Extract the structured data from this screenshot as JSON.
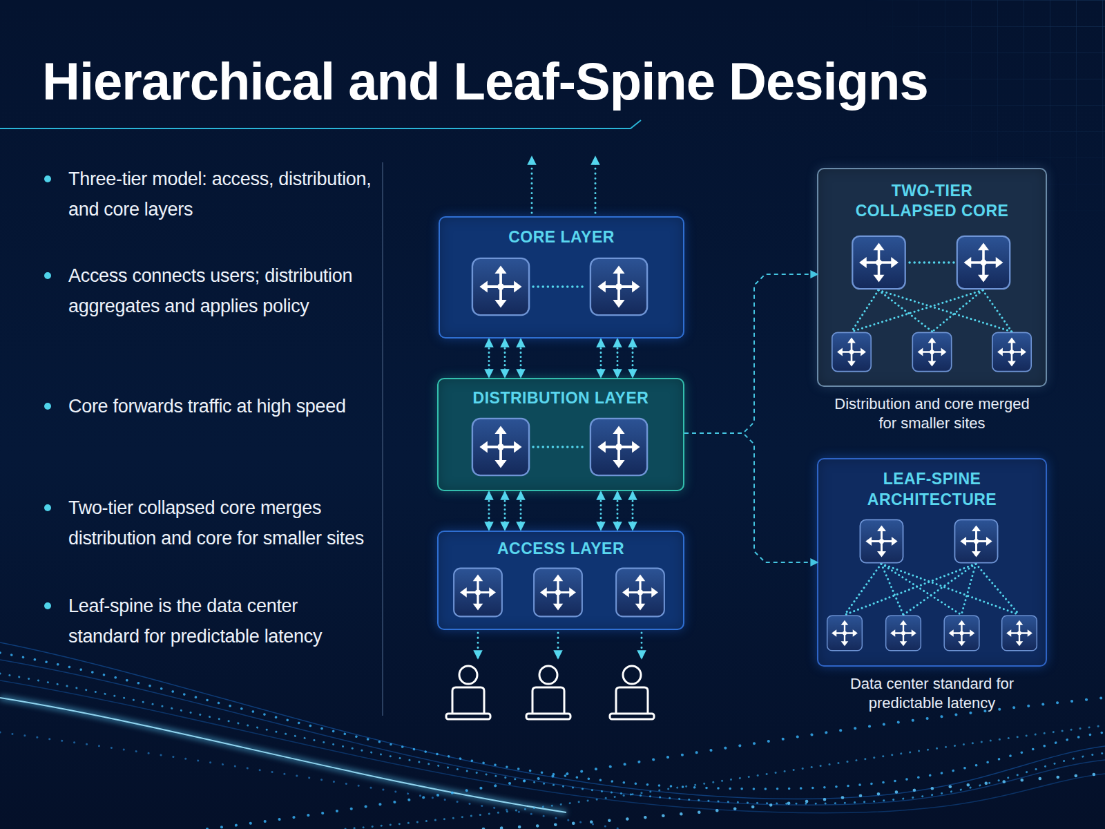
{
  "diagram": {
    "title": "Hierarchical and Leaf-Spine Designs",
    "nodes": [
      {
        "text": [
          "CORE LAYER"
        ]
      },
      {
        "text": [
          "DISTRIBUTION LAYER"
        ]
      },
      {
        "text": [
          "ACCESS LAYER"
        ]
      },
      {
        "text": [
          "TWO-TIER COLLAPSED CORE",
          "Distribution and core merged for smaller sites"
        ]
      },
      {
        "text": [
          "LEAF-SPINE ARCHITECTURE",
          "Data center standard for predictable latency"
        ]
      }
    ],
    "edges": [
      {
        "from": 0,
        "to": 1,
        "arrow": "both"
      },
      {
        "from": 1,
        "to": 2,
        "arrow": "both"
      },
      {
        "from": 1,
        "to": 3,
        "arrow": "to"
      },
      {
        "from": 1,
        "to": 4,
        "arrow": "to"
      }
    ],
    "labels": [
      "Three-tier model: access, distribution, and core layers",
      "Access connects users; distribution aggregates and applies policy",
      "Core forwards traffic at high speed",
      "Two-tier collapsed core merges distribution and core for smaller sites",
      "Leaf-spine is the data center standard for predictable latency"
    ]
  }
}
